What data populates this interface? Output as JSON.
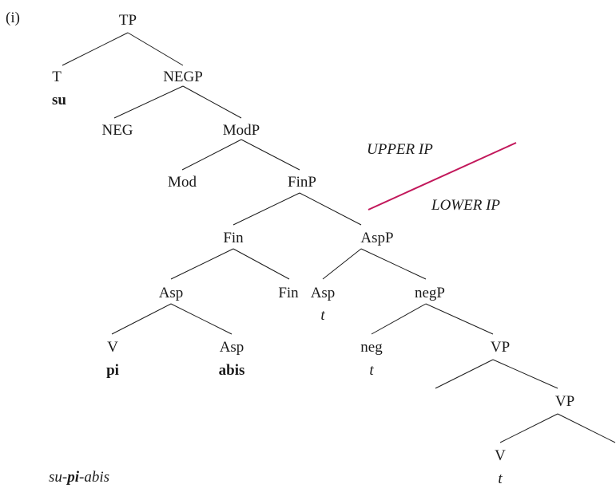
{
  "example_label": "(i)",
  "nodes": {
    "tp": "TP",
    "t_head": "T",
    "t_word": "su",
    "negp_upper": "NEGP",
    "neg_upper": "NEG",
    "modp": "ModP",
    "mod": "Mod",
    "finp": "FinP",
    "fin_upper": "Fin",
    "aspp": "AspP",
    "asp_complex": "Asp",
    "fin_lower": "Fin",
    "asp_trace_head": "Asp",
    "asp_trace": "t",
    "negp_lower": "negP",
    "v_pi_head": "V",
    "v_pi_word": "pi",
    "asp_abis_head": "Asp",
    "asp_abis_word": "abis",
    "neg_lower": "neg",
    "neg_trace": "t",
    "vp_upper": "VP",
    "vp_lower": "VP",
    "v_bottom": "V",
    "v_trace": "t"
  },
  "annotations": {
    "upper_ip": "UPPER IP",
    "lower_ip": "LOWER IP",
    "divider_color": "#c2185b"
  },
  "gloss": {
    "part1": "su-",
    "part2": "pi",
    "part3": "-abis"
  }
}
